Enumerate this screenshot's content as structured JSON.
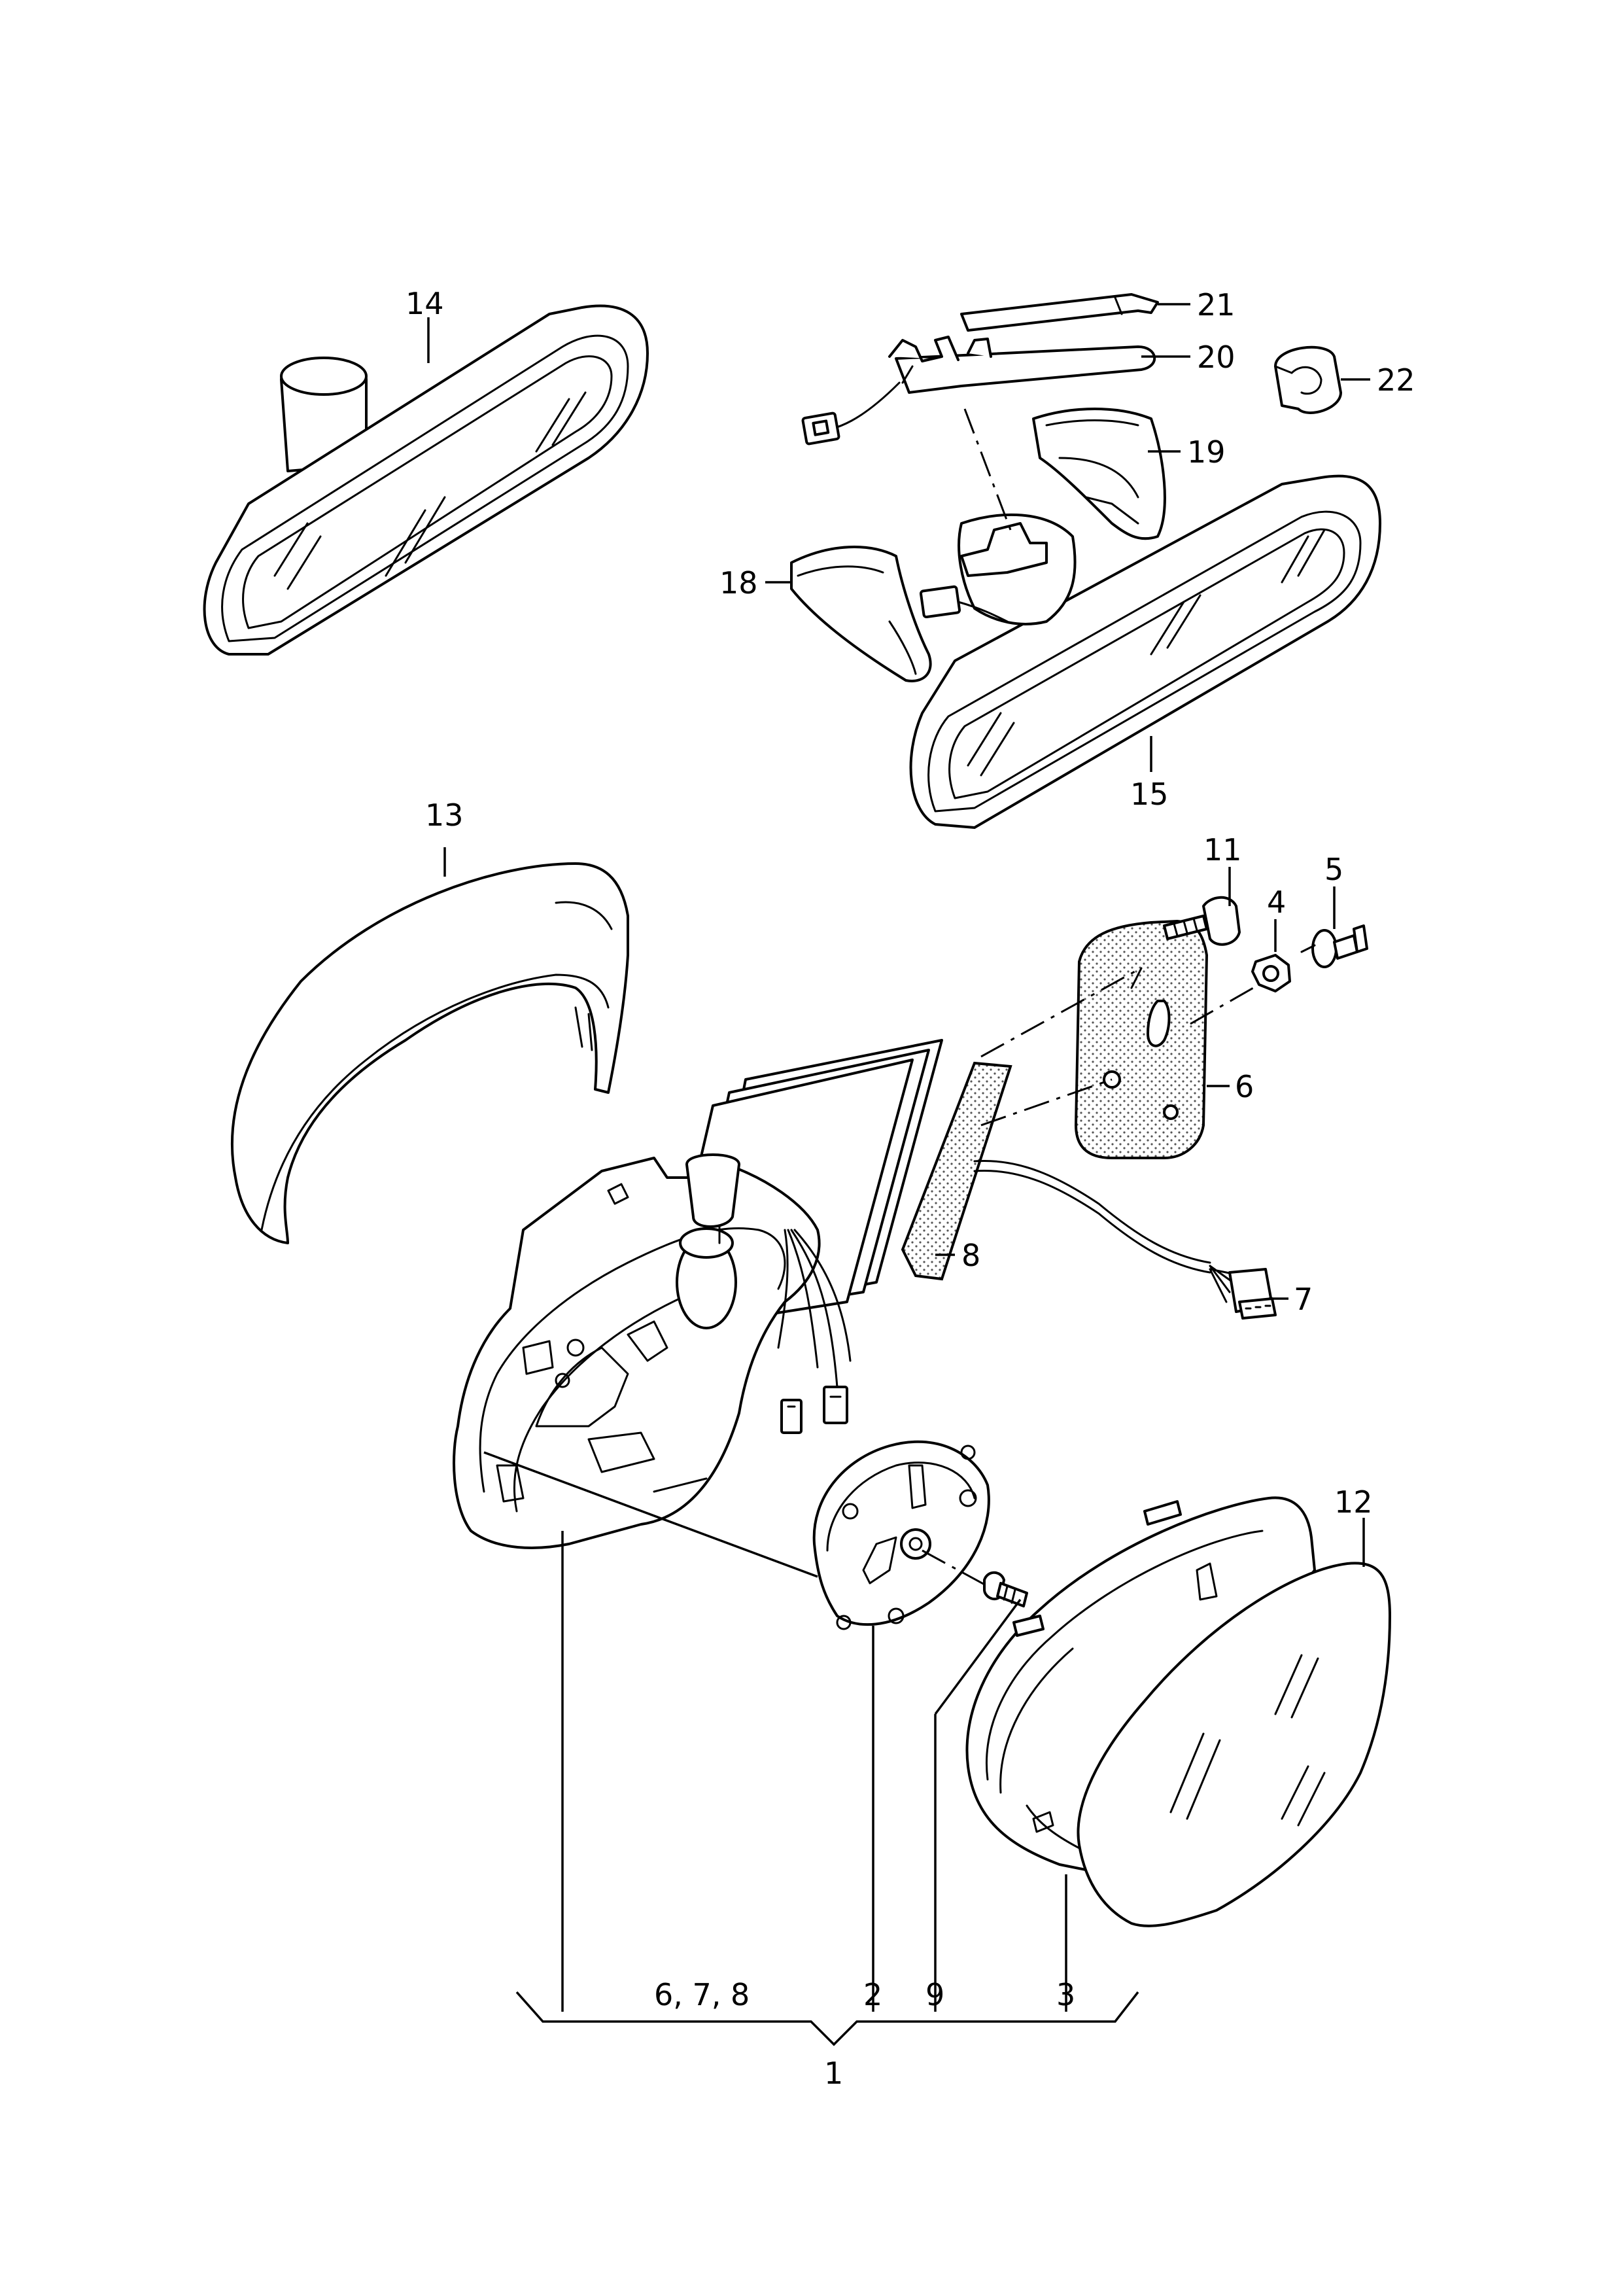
{
  "callouts": {
    "c1": "1",
    "c2": "2",
    "c3": "3",
    "c4": "4",
    "c5": "5",
    "c6": "6",
    "c7": "7",
    "c8": "8",
    "c9": "9",
    "c11": "11",
    "c12": "12",
    "c13": "13",
    "c14": "14",
    "c15": "15",
    "c18": "18",
    "c19": "19",
    "c20": "20",
    "c21": "21",
    "c22": "22",
    "c678": "6, 7, 8"
  }
}
